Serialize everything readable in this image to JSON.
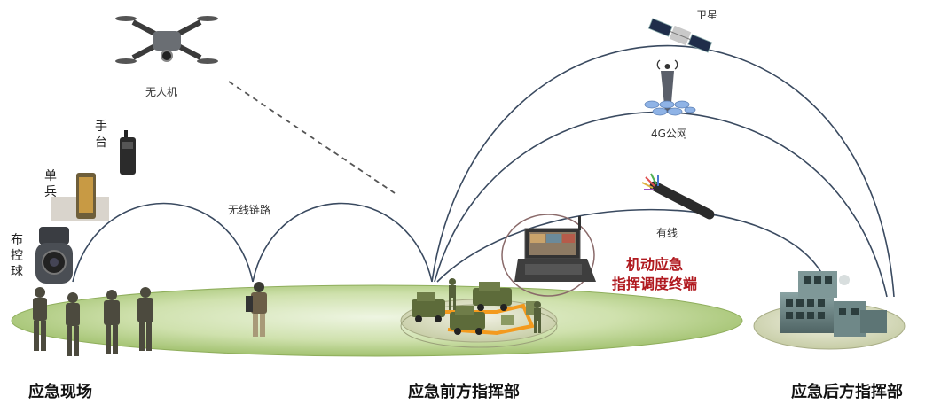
{
  "labels": {
    "drone": "无人机",
    "radio": "手台",
    "soldier_device": "单兵",
    "dome_camera": "布控球",
    "wireless_link": "无线链路",
    "satellite": "卫星",
    "mobile_network": "4G公网",
    "wired": "有线",
    "terminal_line1": "机动应急",
    "terminal_line2": "指挥调度终端"
  },
  "sections": {
    "scene": "应急现场",
    "forward_command": "应急前方指挥部",
    "rear_command": "应急后方指挥部"
  },
  "colors": {
    "terminal_text": "#b0191f",
    "link_line": "#3a4a60",
    "ground_dark": "#9fbf6a",
    "ground_light": "#e2eed0",
    "route_orange": "#f39a1e"
  },
  "icons": [
    "drone-icon",
    "radio-icon",
    "phone-icon",
    "dome-camera-icon",
    "soldier-icon",
    "satellite-icon",
    "cell-tower-icon",
    "cable-icon",
    "laptop-terminal-icon",
    "vehicle-icon",
    "building-icon"
  ]
}
